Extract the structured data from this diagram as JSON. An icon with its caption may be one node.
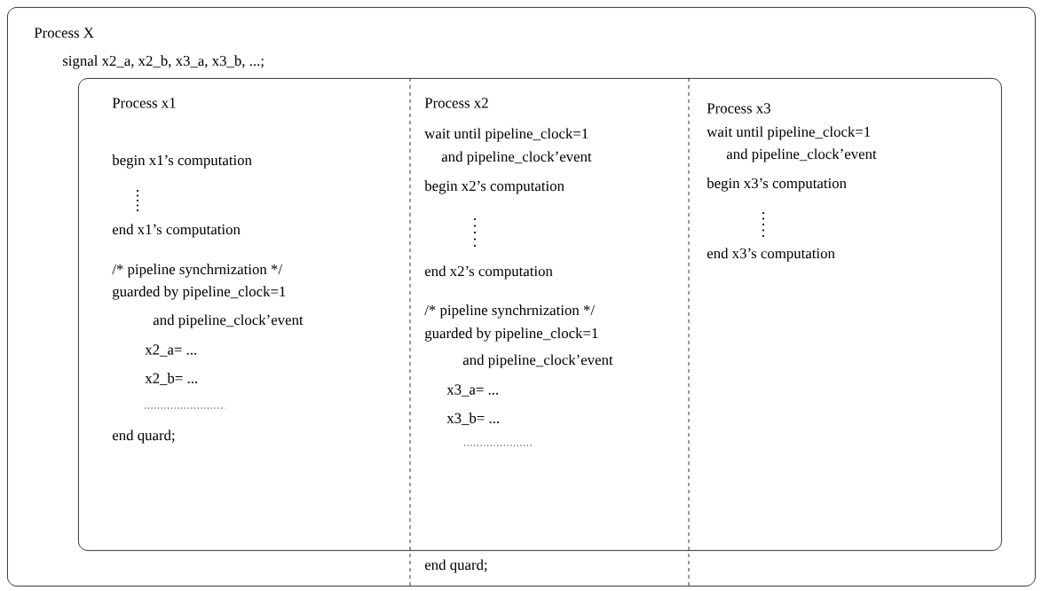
{
  "diagram": {
    "nodes": [
      {
        "text": [
          "Process X",
          "signal x2_a, x2_b, x3_a, x3_b, ...;"
        ]
      },
      {
        "text": [],
        "shape": "box",
        "in": 0
      },
      {
        "text": [
          "Process x1",
          "begin x1’s computation",
          "end x1’s computation",
          "/* pipeline synchrnization */",
          "guarded by pipeline_clock=1",
          "and pipeline_clock’event",
          "x2_a= ...",
          "x2_b= ...",
          "end quard;"
        ],
        "in": 1
      },
      {
        "text": [
          "Process x2",
          "wait until pipeline_clock=1",
          "and pipeline_clock’event",
          "begin x2’s computation",
          "end x2’s computation",
          "/* pipeline synchrnization */",
          "guarded by pipeline_clock=1",
          "and pipeline_clock’event",
          "x3_a= ...",
          "x3_b= ...",
          "end quard;"
        ],
        "in": 1
      },
      {
        "text": [
          "Process x3",
          "wait until pipeline_clock=1",
          "and pipeline_clock’event",
          "begin x3’s computation",
          "end x3’s computation"
        ],
        "in": 1
      }
    ]
  }
}
